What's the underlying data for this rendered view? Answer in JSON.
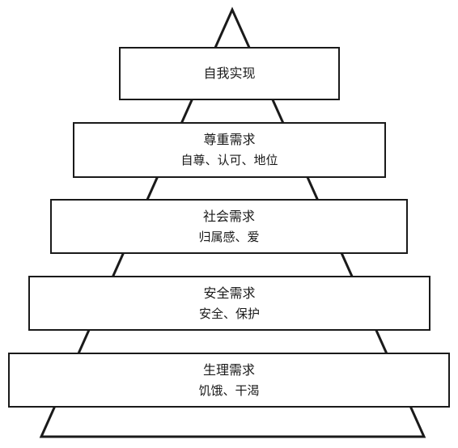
{
  "pyramid": {
    "levels": [
      {
        "title": "自我实现",
        "detail": ""
      },
      {
        "title": "尊重需求",
        "detail": "自尊、认可、地位"
      },
      {
        "title": "社会需求",
        "detail": "归属感、爱"
      },
      {
        "title": "安全需求",
        "detail": "安全、保护"
      },
      {
        "title": "生理需求",
        "detail": "饥饿、干渴"
      }
    ]
  },
  "colors": {
    "line": "#1a1a1a",
    "background": "#ffffff"
  }
}
